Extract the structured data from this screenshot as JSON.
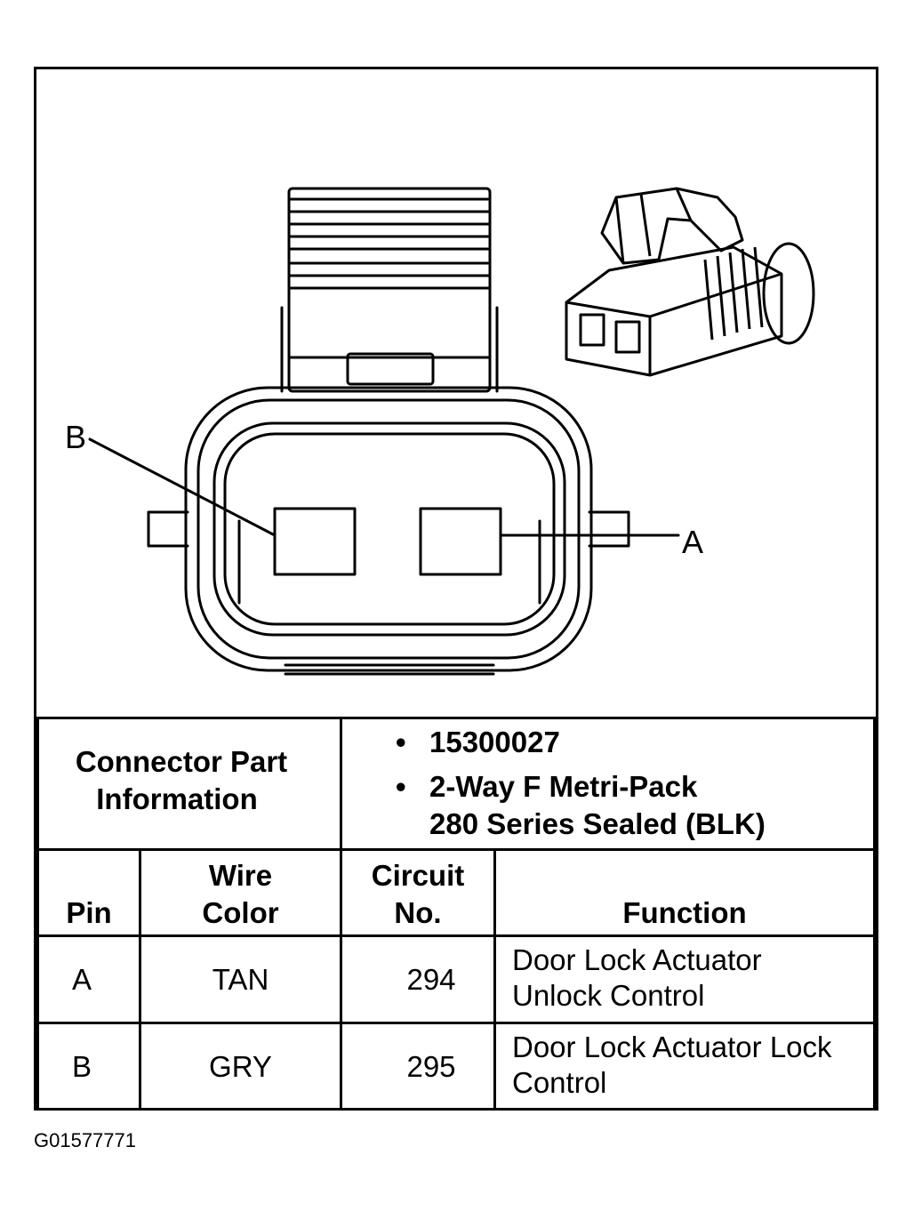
{
  "diagram": {
    "pin_label_b": "B",
    "pin_label_a": "A"
  },
  "connector_info": {
    "label_line1": "Connector Part",
    "label_line2": "Information",
    "part_number": "15300027",
    "description_line1": "2-Way F Metri-Pack",
    "description_line2": "280 Series Sealed (BLK)"
  },
  "table": {
    "headers": {
      "pin": "Pin",
      "wire_color_line1": "Wire",
      "wire_color_line2": "Color",
      "circuit_line1": "Circuit",
      "circuit_line2": "No.",
      "function": "Function"
    },
    "rows": [
      {
        "pin": "A",
        "wire_color": "TAN",
        "circuit": "294",
        "function_line1": "Door Lock Actuator",
        "function_line2": "Unlock Control"
      },
      {
        "pin": "B",
        "wire_color": "GRY",
        "circuit": "295",
        "function_line1": "Door Lock Actuator Lock",
        "function_line2": "Control"
      }
    ]
  },
  "figure_id": "G01577771"
}
